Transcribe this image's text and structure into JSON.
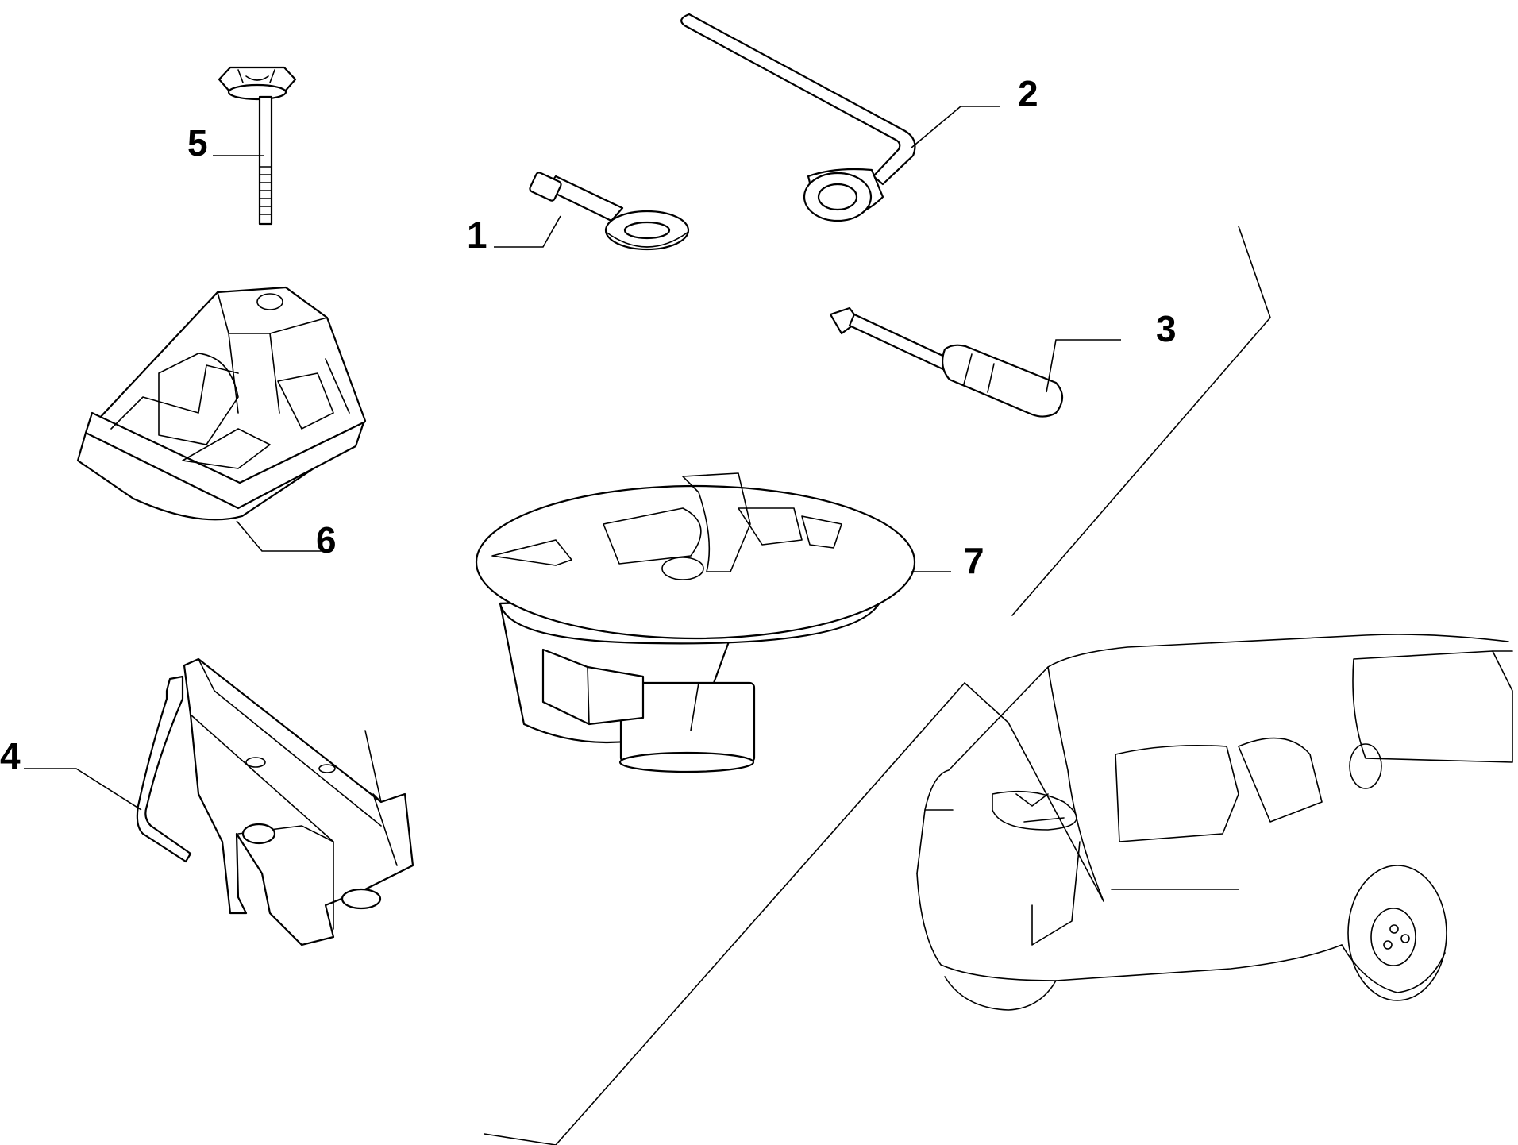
{
  "diagram": {
    "callouts": [
      {
        "number": "1",
        "part": "tow-eye"
      },
      {
        "number": "2",
        "part": "wheel-wrench"
      },
      {
        "number": "3",
        "part": "screwdriver"
      },
      {
        "number": "4",
        "part": "jack"
      },
      {
        "number": "5",
        "part": "fixing-bolt"
      },
      {
        "number": "6",
        "part": "tool-holder"
      },
      {
        "number": "7",
        "part": "spare-wheel-support"
      }
    ]
  },
  "colors": {
    "line": "#000000",
    "background": "#ffffff"
  }
}
